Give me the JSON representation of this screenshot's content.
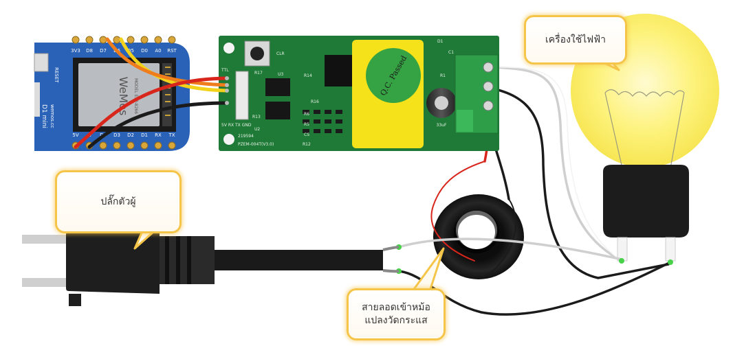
{
  "callouts": {
    "plug": "ปลั๊กตัวผู้",
    "bulb": "เครื่องใช้ไฟฟ้า",
    "wire_line1": "สายลอดเข้าหม้อ",
    "wire_line2": "แปลงวัดกระแส"
  },
  "d1_mini": {
    "top_pins": [
      "3V3",
      "D8",
      "D7",
      "D6",
      "D5",
      "D0",
      "A0",
      "RST"
    ],
    "bottom_pins": [
      "5V",
      "G",
      "D4",
      "D3",
      "D2",
      "D1",
      "RX",
      "TX"
    ],
    "reset_label": "RESET",
    "brand": "WeMos",
    "name": "D1 mini",
    "site": "wemos.cc",
    "module_text": "MODEL ESP-8266"
  },
  "pzem": {
    "model": "PZEM-004T(V3.0)",
    "serial": "219594",
    "header_label": "TTL",
    "header_pins": "5V RX TX GND",
    "components": [
      "CLR",
      "R17",
      "U3",
      "R14",
      "R16",
      "R13",
      "U2",
      "R6",
      "R5",
      "CS",
      "R12",
      "D1",
      "C1",
      "R1"
    ],
    "sticker_text": "Q.C. Passed",
    "capacitor_text": "33uF"
  },
  "colors": {
    "d1_board": "#2a62b8",
    "pcb": "#1f7a37",
    "wire_red": "#d9261c",
    "wire_orange": "#f07d1c",
    "wire_yellow": "#f3d21b",
    "wire_black": "#1b1b1b",
    "wire_white": "#e6e6e6",
    "callout_border": "#f5c54a",
    "bulb_glass": "#fdf27a",
    "terminal": "#2e9e49",
    "sticker": "#f5e21a"
  }
}
